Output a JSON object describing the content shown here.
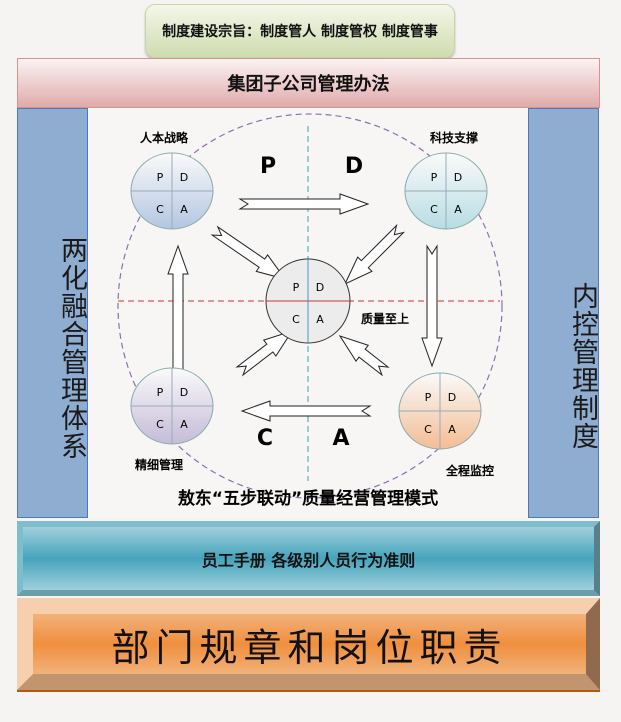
{
  "motto": "制度建设宗旨：制度管人 制度管权 制度管事",
  "group_rules": "集团子公司管理办法",
  "left_column": "两化融合管理体系",
  "right_column": "内控管理制度",
  "model": {
    "title": "敖东“五步联动”质量经营管理模式",
    "phases": {
      "p": "P",
      "d": "D",
      "c": "C",
      "a": "A"
    },
    "nodes": [
      {
        "label": "人本战略",
        "color": "#b3c6e0"
      },
      {
        "label": "科技支撑",
        "color": "#b7dde3"
      },
      {
        "label": "精细管理",
        "color": "#c5bbd8"
      },
      {
        "label": "全程监控",
        "color": "#f3bd93"
      },
      {
        "label": "质量至上",
        "color": "#e8e8e8"
      }
    ],
    "quadrants": [
      "P",
      "D",
      "C",
      "A"
    ]
  },
  "staff_rules": "员工手册  各级别人员行为准则",
  "dept_rules": "部门规章和岗位职责"
}
